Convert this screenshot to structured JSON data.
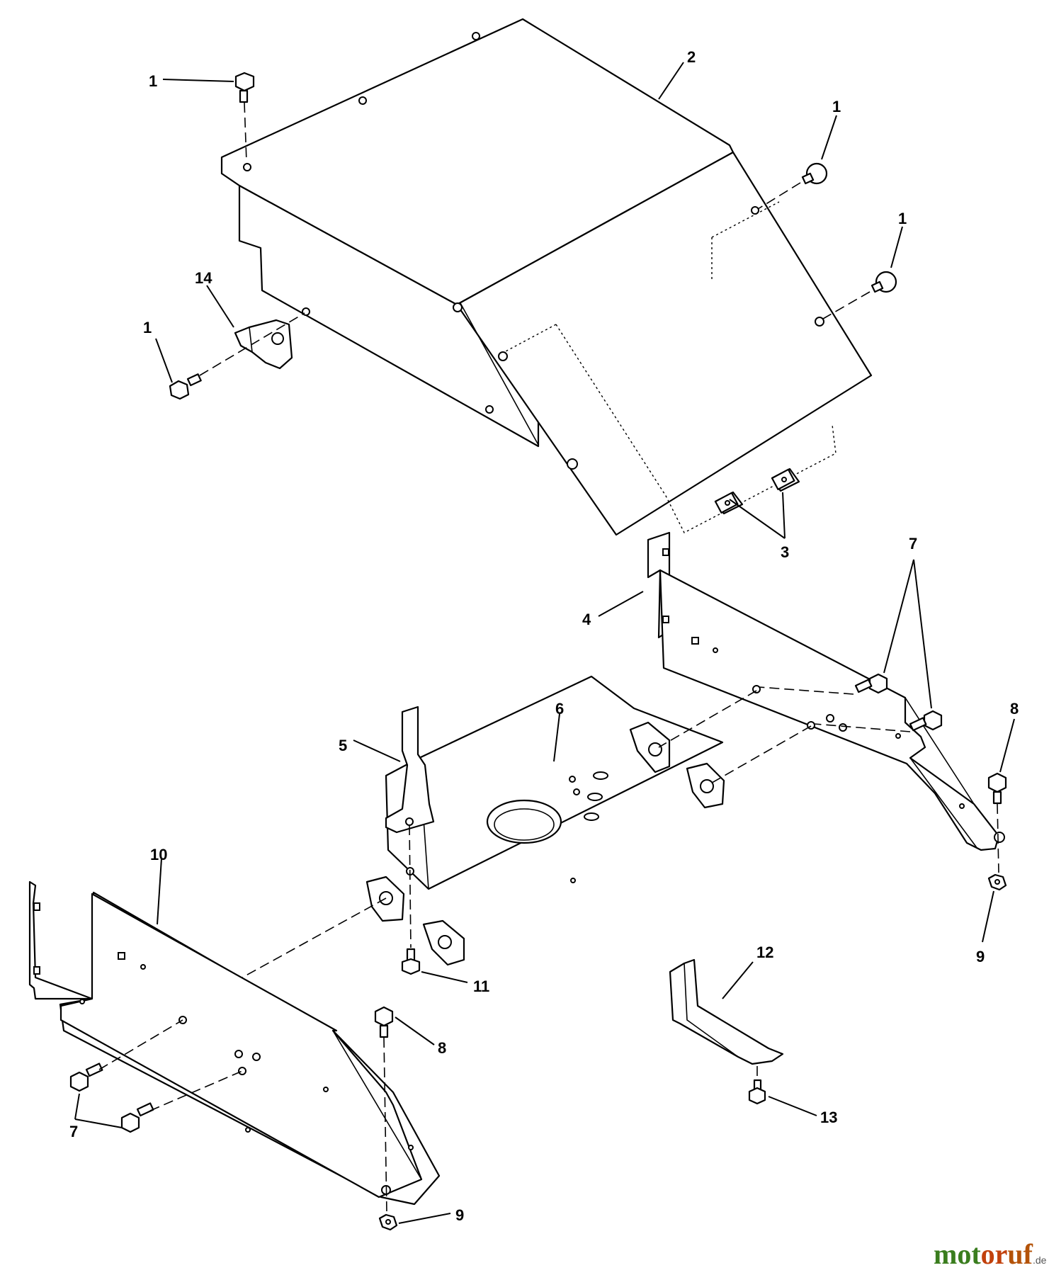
{
  "callouts": {
    "c1a": "1",
    "c2": "2",
    "c1b": "1",
    "c1c": "1",
    "c14": "14",
    "c1d": "1",
    "c3": "3",
    "c4": "4",
    "c7a": "7",
    "c5": "5",
    "c6": "6",
    "c8a": "8",
    "c10": "10",
    "c9a": "9",
    "c11": "11",
    "c12": "12",
    "c8b": "8",
    "c7b": "7",
    "c13": "13",
    "c9b": "9"
  },
  "watermark": {
    "part_a": "mot",
    "part_b": "or",
    "part_c": "uf",
    "tld": ".de"
  }
}
